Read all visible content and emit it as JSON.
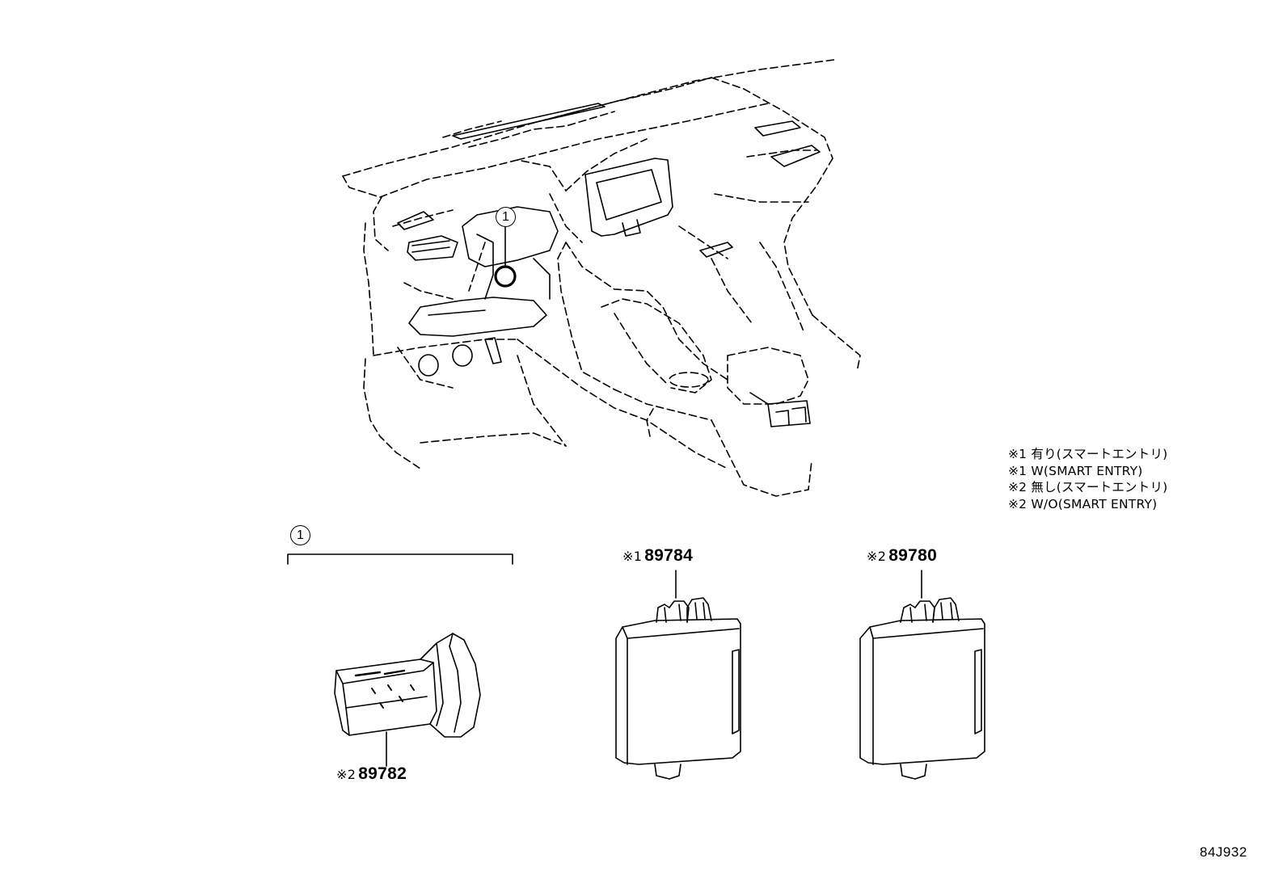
{
  "callouts": {
    "item_1_dash": "1",
    "item_1_group": "1"
  },
  "legend": [
    "※1 有り(スマートエントリ)",
    "※1 W(SMART ENTRY)",
    "※2 無し(スマートエントリ)",
    "※2 W/O(SMART ENTRY)"
  ],
  "parts": {
    "switch": {
      "ref": "※2",
      "number": "89782"
    },
    "ecu_with": {
      "ref": "※1",
      "number": "89784"
    },
    "ecu_without": {
      "ref": "※2",
      "number": "89780"
    }
  },
  "drawing_code": "84J932"
}
